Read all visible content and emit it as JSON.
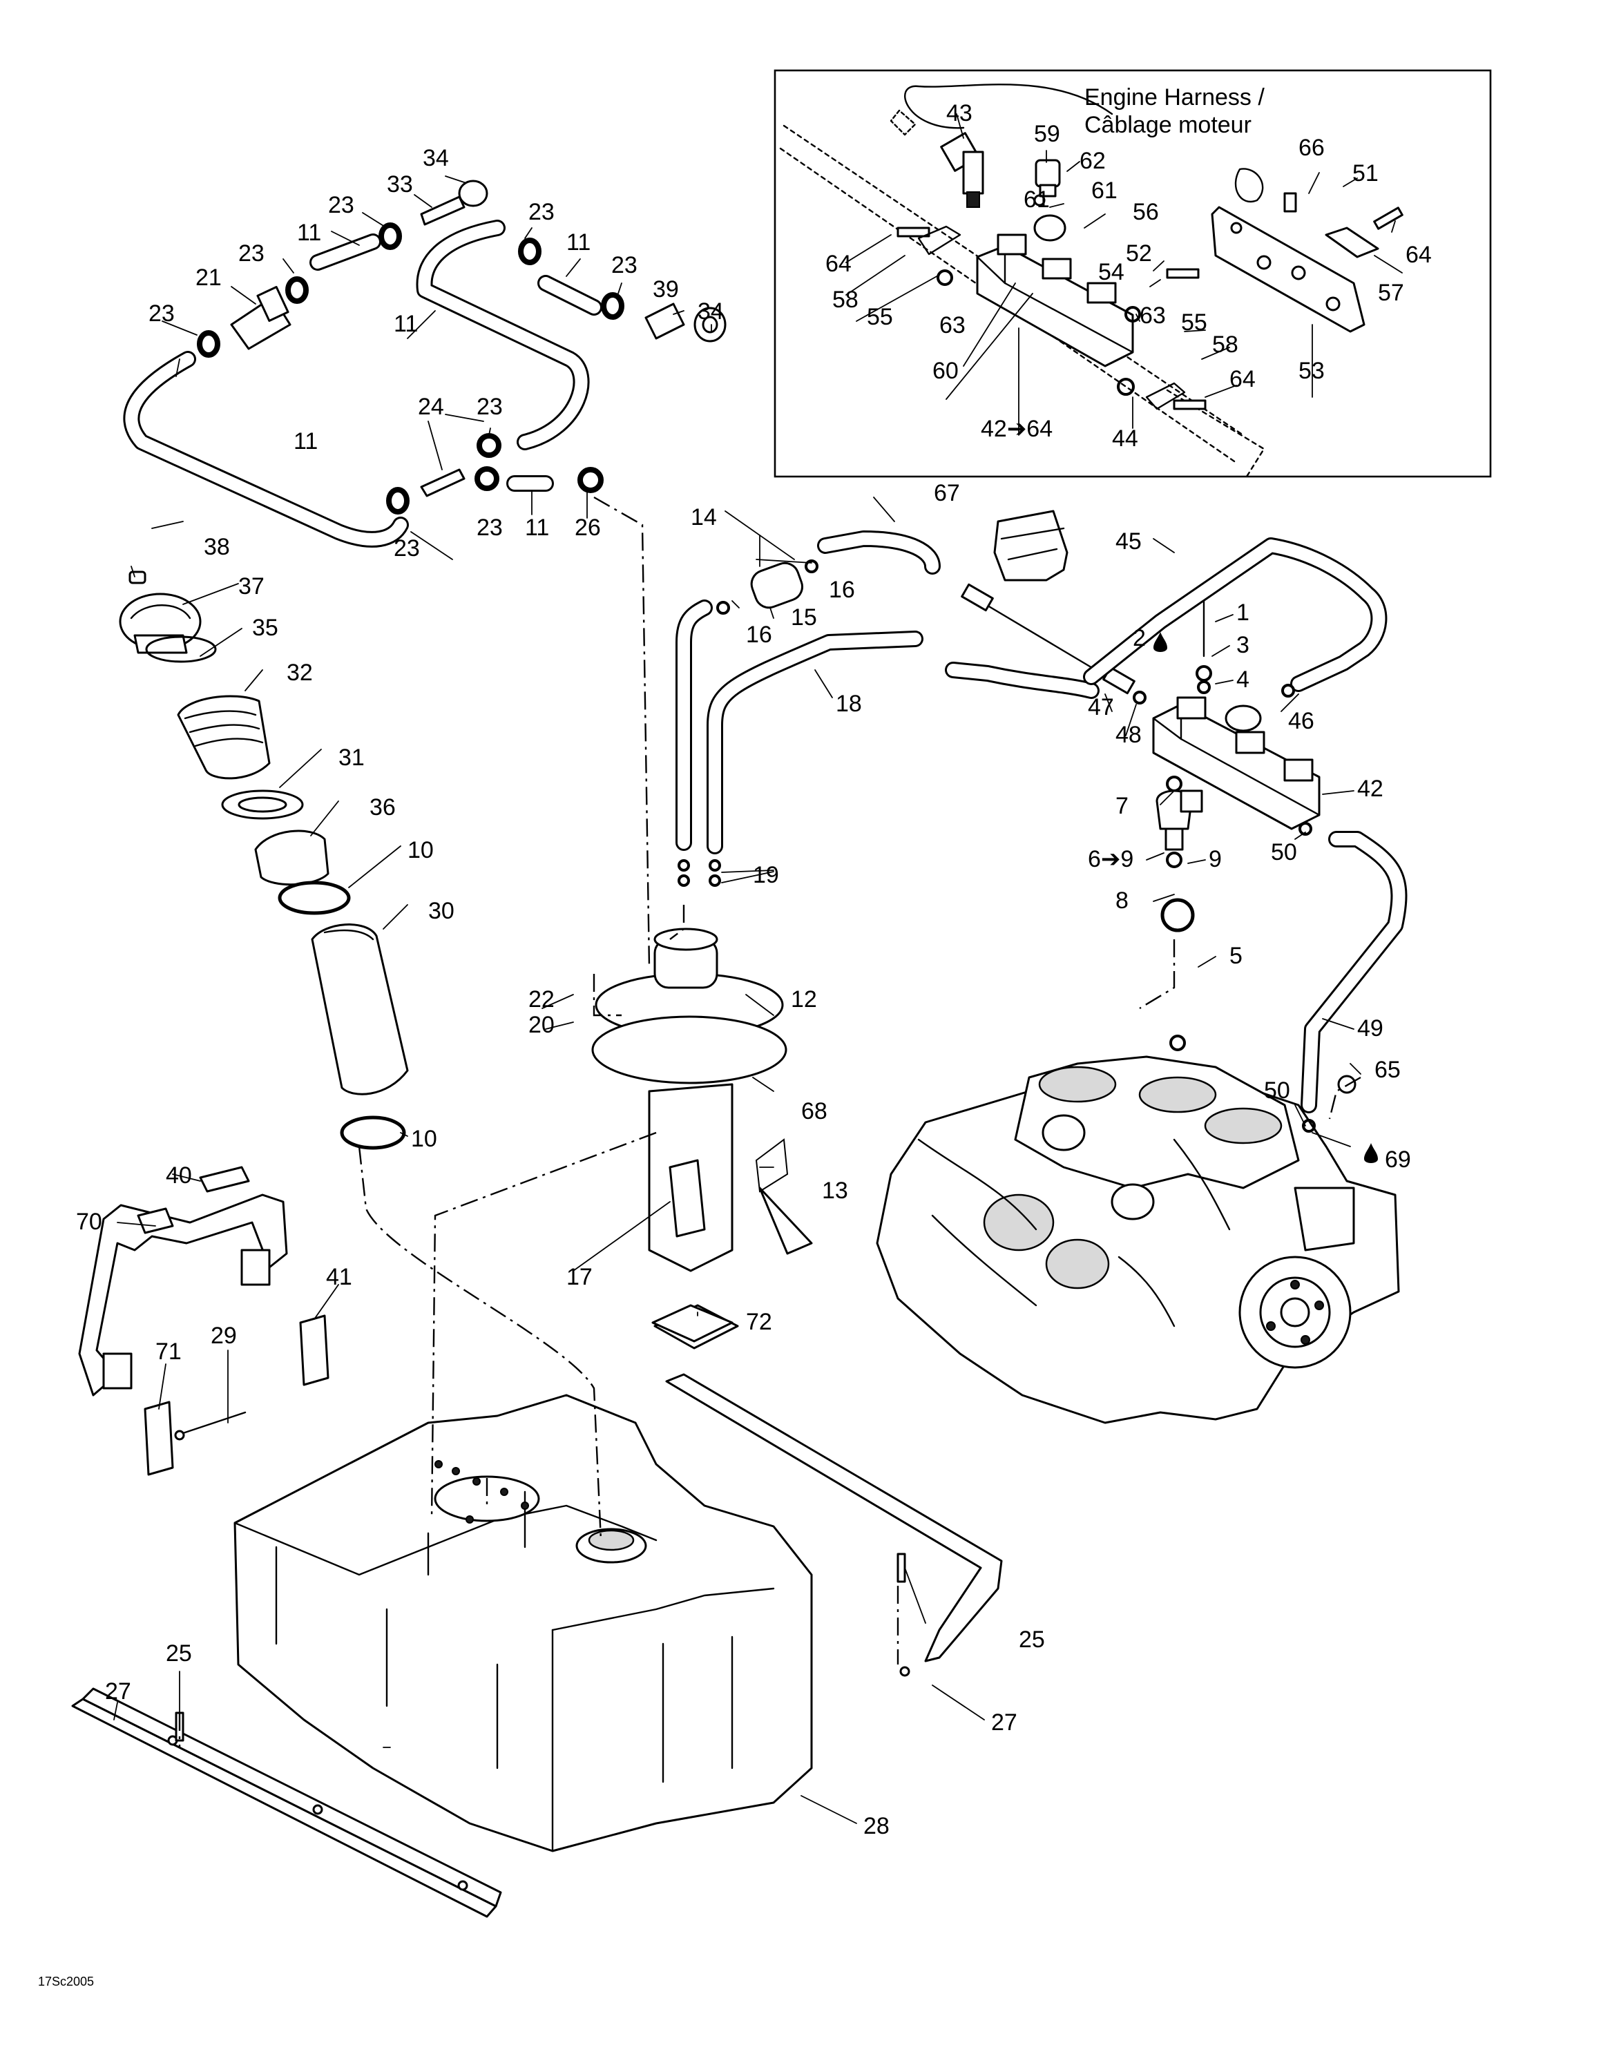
{
  "inset": {
    "harness_label_line1": "Engine Harness /",
    "harness_label_line2": "Câblage moteur"
  },
  "figure_id": "17Sc2005",
  "callouts": {
    "c1": "1",
    "c2": "2",
    "c3": "3",
    "c4": "4",
    "c5": "5",
    "c6": "6➔9",
    "c7": "7",
    "c8": "8",
    "c9a": "9",
    "c10a": "10",
    "c10b": "10",
    "c11a": "11",
    "c11b": "11",
    "c11c": "11",
    "c11d": "11",
    "c11e": "11",
    "c12": "12",
    "c13": "13",
    "c14": "14",
    "c15": "15",
    "c16a": "16",
    "c16b": "16",
    "c17": "17",
    "c18": "18",
    "c19": "19",
    "c20": "20",
    "c21": "21",
    "c22": "22",
    "c23a": "23",
    "c23b": "23",
    "c23c": "23",
    "c23d": "23",
    "c23e": "23",
    "c23f": "23",
    "c23g": "23",
    "c24": "24",
    "c25a": "25",
    "c25b": "25",
    "c26": "26",
    "c27a": "27",
    "c27b": "27",
    "c28": "28",
    "c29": "29",
    "c30": "30",
    "c31": "31",
    "c32": "32",
    "c33": "33",
    "c34a": "34",
    "c34b": "34",
    "c35": "35",
    "c36": "36",
    "c37": "37",
    "c38": "38",
    "c39": "39",
    "c40": "40",
    "c41": "41",
    "c42a": "42➔64",
    "c42b": "42",
    "c43": "43",
    "c44": "44",
    "c45": "45",
    "c46": "46",
    "c47": "47",
    "c48": "48",
    "c49": "49",
    "c50a": "50",
    "c50b": "50",
    "c51": "51",
    "c52": "52",
    "c53": "53",
    "c54": "54",
    "c55a": "55",
    "c55b": "55",
    "c56": "56",
    "c57": "57",
    "c58a": "58",
    "c58b": "58",
    "c59": "59",
    "c60": "60",
    "c61a": "61",
    "c61b": "61",
    "c62": "62",
    "c63a": "63",
    "c63b": "63",
    "c64a": "64",
    "c64b": "64",
    "c64c": "64",
    "c65": "65",
    "c66": "66",
    "c67": "67",
    "c68": "68",
    "c69": "69",
    "c70": "70",
    "c71": "71",
    "c72": "72"
  }
}
